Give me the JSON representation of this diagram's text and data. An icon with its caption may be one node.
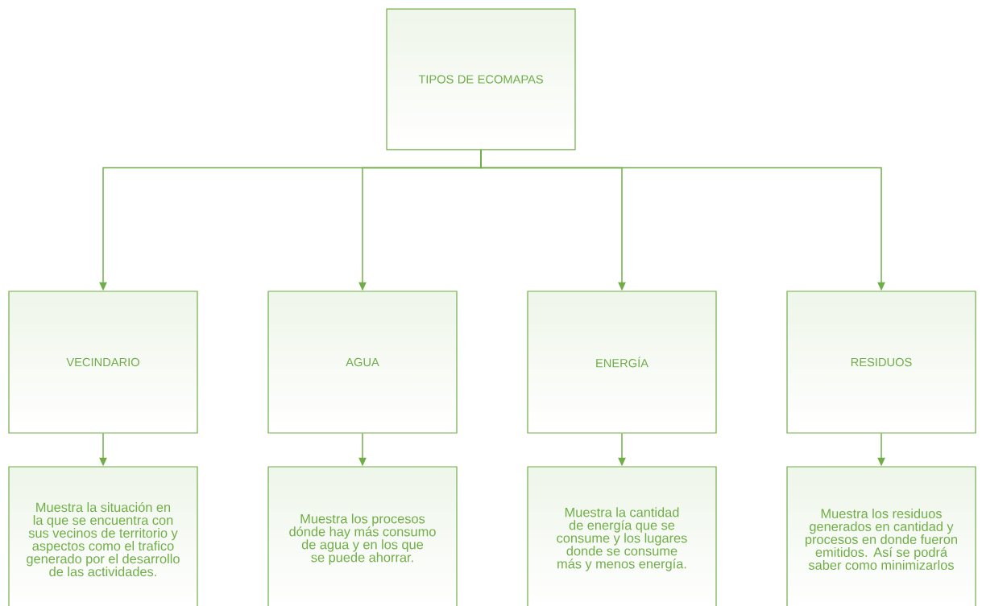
{
  "diagram": {
    "nodes": [
      {
        "text": [
          "TIPOS DE ECOMAPAS"
        ]
      },
      {
        "text": [
          "VECINDARIO"
        ]
      },
      {
        "text": [
          "AGUA"
        ]
      },
      {
        "text": [
          "ENERGÍA"
        ]
      },
      {
        "text": [
          "RESIDUOS"
        ]
      },
      {
        "text": [
          "Muestra la situación en la que se encuentra con sus vecinos de territorio y aspectos como el trafico generado por el desarrollo de las actividades."
        ]
      },
      {
        "text": [
          "Muestra los procesos dónde hay más consumo de agua y en los que se puede ahorrar."
        ]
      },
      {
        "text": [
          "Muestra la cantidad de energía que se consume y los lugares donde se consume más y menos energía."
        ]
      },
      {
        "text": [
          "Muestra los residuos generados en cantidad y procesos en donde fueron emitidos. Así se podrá saber como minimizarlos"
        ]
      }
    ],
    "edges": [
      {
        "from": 0,
        "to": 1,
        "arrow": "to"
      },
      {
        "from": 0,
        "to": 2,
        "arrow": "to"
      },
      {
        "from": 0,
        "to": 3,
        "arrow": "to"
      },
      {
        "from": 0,
        "to": 4,
        "arrow": "to"
      },
      {
        "from": 1,
        "to": 5,
        "arrow": "to"
      },
      {
        "from": 2,
        "to": 6,
        "arrow": "to"
      },
      {
        "from": 3,
        "to": 7,
        "arrow": "to"
      },
      {
        "from": 4,
        "to": 8,
        "arrow": "to"
      }
    ]
  }
}
